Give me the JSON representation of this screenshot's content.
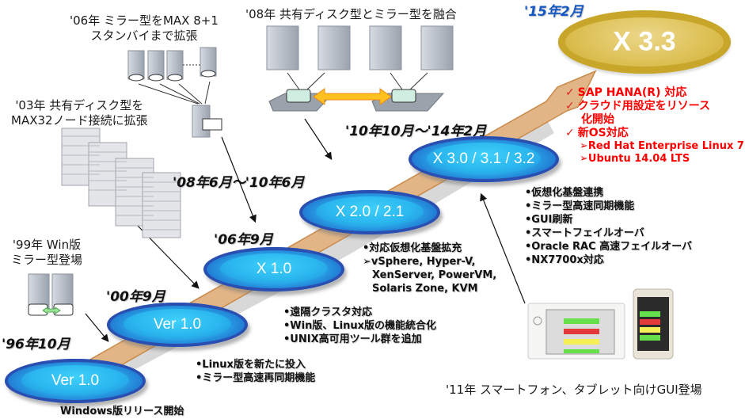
{
  "title": "CLUSTERPRO version history timeline",
  "colors": {
    "release_ellipse": "#2aa8e8",
    "latest_ellipse": "#d4b441",
    "arrow_band": "#e0b080",
    "highlight_text": "#ff0000",
    "latest_date": "#1558c4"
  },
  "captions": {
    "y1999": [
      "'99年 Win版",
      "ミラー型登場"
    ],
    "y2003": [
      "'03年 共有ディスク型を",
      "MAX32ノード接続に拡張"
    ],
    "y2006": [
      "'06年 ミラー型をMAX 8+1",
      "スタンバイまで拡張"
    ],
    "y2008": [
      "'08年 共有ディスク型とミラー型を融合"
    ],
    "y2011": [
      "'11年 スマートフォン、タブレット向けGUI登場"
    ]
  },
  "releases": [
    {
      "date": "'96年10月",
      "version": "Ver 1.0",
      "notes": [
        "Windows版リリース開始"
      ]
    },
    {
      "date": "'00年9月",
      "version": "Ver 1.0",
      "notes": [
        "•Linux版を新たに投入",
        "•ミラー型高速再同期機能"
      ]
    },
    {
      "date": "'06年9月",
      "version": "X 1.0",
      "notes": [
        "•遠隔クラスタ対応",
        "•Win版、Linux版の機能統合化",
        "•UNIX高可用ツール群を追加"
      ]
    },
    {
      "date": "'08年6月～'10年6月",
      "version": "X 2.0 / 2.1",
      "notes": [
        "•対応仮想化基盤拡充",
        "➢vSphere, Hyper-V,",
        "  XenServer, PowerVM,",
        "  Solaris Zone, KVM"
      ]
    },
    {
      "date": "'10年10月～'14年2月",
      "version": "X 3.0 / 3.1 / 3.2",
      "notes": [
        "•仮想化基盤連携",
        "•ミラー型高速同期機能",
        "•GUI刷新",
        "•スマートフェイルオーバ",
        "•Oracle RAC 高速フェイルオーバ",
        "•NX7700x対応"
      ]
    },
    {
      "date": "'15年2月",
      "version": "X 3.3",
      "notes": [
        "SAP HANA(R) 対応",
        "クラウド用設定をリソース",
        "化開始",
        "新OS対応",
        "➢Red Hat Enterprise Linux 7",
        "➢Ubuntu 14.04  LTS"
      ]
    }
  ],
  "icons": {
    "check": "✓"
  }
}
